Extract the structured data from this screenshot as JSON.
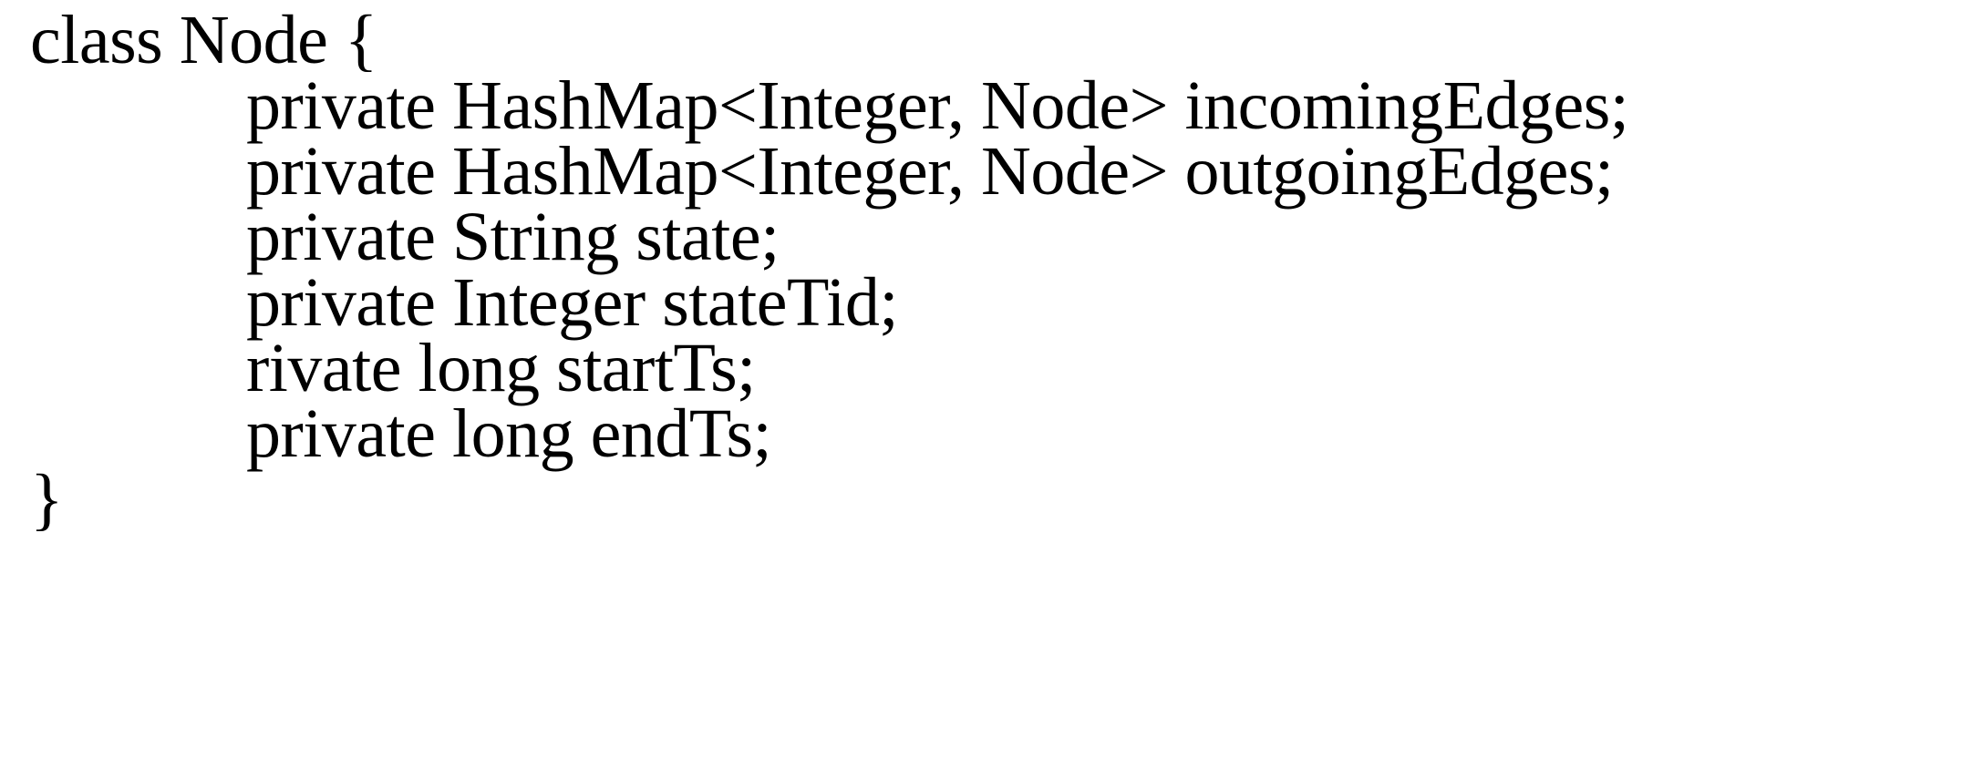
{
  "document": {
    "background_color": "#ffffff",
    "text_color": "#000000",
    "language": "Java",
    "code_lines": [
      {
        "indent": 0,
        "text": "class Node {"
      },
      {
        "indent": 1,
        "text": "private HashMap<Integer, Node> incomingEdges;"
      },
      {
        "indent": 1,
        "text": "private HashMap<Integer, Node> outgoingEdges;"
      },
      {
        "indent": 1,
        "text": "private String state;"
      },
      {
        "indent": 1,
        "text": "private Integer stateTid;"
      },
      {
        "indent": 1,
        "text": "rivate long startTs;"
      },
      {
        "indent": 1,
        "text": "private long endTs;"
      },
      {
        "indent": 0,
        "text": "}"
      }
    ]
  }
}
